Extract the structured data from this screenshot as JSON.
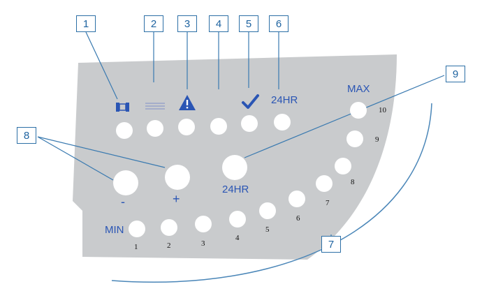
{
  "callouts": [
    "1",
    "2",
    "3",
    "4",
    "5",
    "6",
    "7",
    "8",
    "9"
  ],
  "labels": {
    "timer_24hr_top": "24HR",
    "timer_24hr_center": "24HR",
    "max": "MAX",
    "min": "MIN",
    "minus": "-",
    "plus": "+"
  },
  "scale": [
    "1",
    "2",
    "3",
    "4",
    "5",
    "6",
    "7",
    "8",
    "9",
    "10"
  ],
  "icons": [
    "filter-icon",
    "fan-lines-icon",
    "warning-icon",
    "moon-icon",
    "checkmark-icon"
  ],
  "colors": {
    "panel": "#c9cbcd",
    "accent_blue": "#2a55b4",
    "leader_line": "#3a7ab0"
  }
}
